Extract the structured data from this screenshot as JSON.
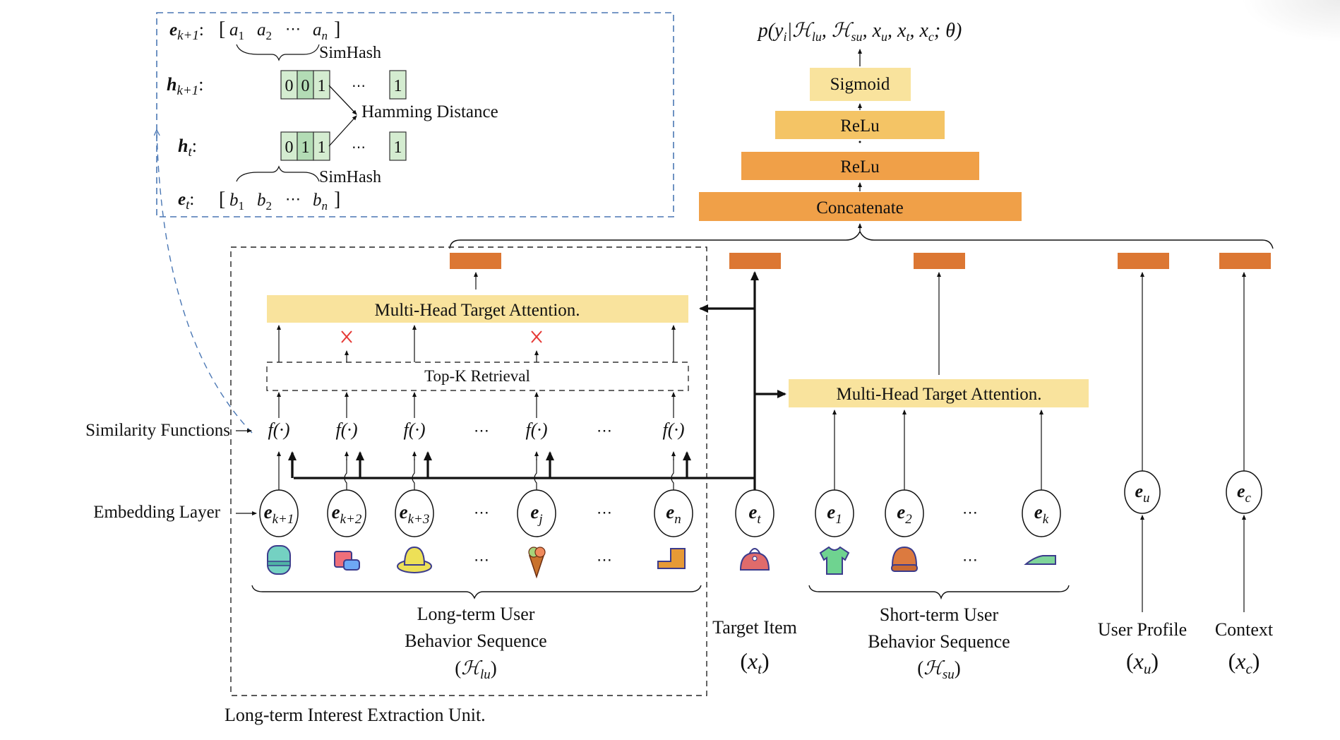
{
  "colors": {
    "hash_box_border": "#4a77b4",
    "bit_light": "#d4ecd0",
    "bit_dark": "#b3dcb5",
    "sigmoid": "#f9e39d",
    "relu_top": "#f4c465",
    "relu_bottom": "#f0a048",
    "concatenate": "#f0a048",
    "embedding_bar": "#dc7733",
    "attention": "#f9e39d",
    "cross": "#e53935"
  },
  "hash_panel": {
    "rows": [
      {
        "label": "e",
        "sub": "k+1",
        "style": "bold",
        "suffix": ":"
      },
      {
        "label": "h",
        "sub": "k+1",
        "style": "bold",
        "suffix": ":"
      },
      {
        "label": "h",
        "sub": "t",
        "style": "bold",
        "suffix": ":"
      },
      {
        "label": "e",
        "sub": "t",
        "style": "bold",
        "suffix": ":"
      }
    ],
    "vector_a": {
      "open": "[",
      "items": [
        {
          "v": "a",
          "s": "1"
        },
        {
          "v": "a",
          "s": "2"
        },
        {
          "v": "⋯",
          "s": ""
        },
        {
          "v": "a",
          "s": "n"
        }
      ],
      "close": "]"
    },
    "vector_b": {
      "open": "[",
      "items": [
        {
          "v": "b",
          "s": "1"
        },
        {
          "v": "b",
          "s": "2"
        },
        {
          "v": "⋯",
          "s": ""
        },
        {
          "v": "b",
          "s": "n"
        }
      ],
      "close": "]"
    },
    "hash_bits_k1": [
      "0",
      "0",
      "1",
      "⋯",
      "1"
    ],
    "hash_bits_t": [
      "0",
      "1",
      "1",
      "⋯",
      "1"
    ],
    "simhash_label": "SimHash",
    "hamming_label": "Hamming Distance"
  },
  "output_formula": {
    "text": "p(yᵢ|ℋ",
    "parts": [
      {
        "t": "p(",
        "sub": ""
      },
      {
        "t": "y",
        "sub": "i"
      },
      {
        "t": "|ℋ",
        "sub": "lu"
      },
      {
        "t": ", ℋ",
        "sub": "su"
      },
      {
        "t": ", x",
        "sub": "u"
      },
      {
        "t": ", x",
        "sub": "t"
      },
      {
        "t": ", x",
        "sub": "c"
      },
      {
        "t": "; θ)",
        "sub": ""
      }
    ]
  },
  "mlp_stack": {
    "sigmoid": "Sigmoid",
    "relu_top": "ReLu",
    "relu_bottom": "ReLu",
    "concatenate": "Concatenate"
  },
  "long_term_unit": {
    "attention_label": "Multi-Head Target Attention.",
    "topk_label": "Top-K Retrieval",
    "similarity_label": "Similarity Functions",
    "embedding_label": "Embedding Layer",
    "func_label": "f(·)",
    "ellipsis": "⋯",
    "unit_caption": "Long-term Interest Extraction Unit.",
    "retrieval_kept": [
      true,
      false,
      true,
      false,
      true
    ],
    "embeddings": [
      {
        "v": "e",
        "s": "k+1",
        "icon": "backpack-icon"
      },
      {
        "v": "e",
        "s": "k+2",
        "icon": "cookware-icon"
      },
      {
        "v": "e",
        "s": "k+3",
        "icon": "hat-icon"
      },
      {
        "v": "e",
        "s": "j",
        "icon": "ice-cream-icon"
      },
      {
        "v": "e",
        "s": "n",
        "icon": "boot-icon"
      }
    ],
    "sequence_label_lines": [
      "Long-term User",
      "Behavior Sequence"
    ],
    "sequence_symbol": {
      "v": "ℋ",
      "s": "lu"
    }
  },
  "target": {
    "embedding": {
      "v": "e",
      "s": "t",
      "icon": "handbag-icon"
    },
    "label": "Target Item",
    "symbol": {
      "v": "x",
      "s": "t"
    }
  },
  "short_term": {
    "attention_label": "Multi-Head Target Attention.",
    "embeddings": [
      {
        "v": "e",
        "s": "1",
        "icon": "tshirt-icon"
      },
      {
        "v": "e",
        "s": "2",
        "icon": "cap-icon"
      },
      {
        "v": "e",
        "s": "k",
        "icon": "sneaker-icon"
      }
    ],
    "ellipsis": "⋯",
    "sequence_label_lines": [
      "Short-term User",
      "Behavior Sequence"
    ],
    "sequence_symbol": {
      "v": "ℋ",
      "s": "su"
    }
  },
  "user_profile": {
    "embedding": {
      "v": "e",
      "s": "u"
    },
    "label": "User Profile",
    "symbol": {
      "v": "x",
      "s": "u"
    }
  },
  "context": {
    "embedding": {
      "v": "e",
      "s": "c"
    },
    "label": "Context",
    "symbol": {
      "v": "x",
      "s": "c"
    }
  }
}
